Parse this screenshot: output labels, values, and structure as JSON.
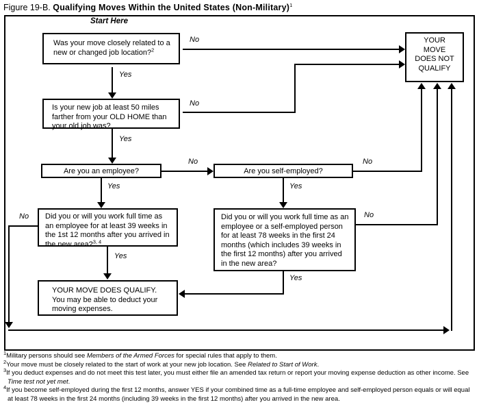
{
  "title": {
    "prefix": "Figure 19-B.",
    "main": "Qualifying Moves Within the United States (Non-Military)",
    "sup": "1"
  },
  "labels": {
    "start_here": "Start Here",
    "yes": "Yes",
    "no": "No"
  },
  "nodes": {
    "q1": {
      "text": "Was your move closely related to a new or changed job location?",
      "sup": "2"
    },
    "not_qualify": {
      "text": "YOUR MOVE DOES NOT QUALIFY"
    },
    "q2": {
      "text": "Is your new job at least 50 miles farther from your OLD HOME than your old job was?"
    },
    "q3": {
      "text": "Are you an employee?"
    },
    "q4": {
      "text": "Are you self-employed?"
    },
    "q5": {
      "text": "Did you or will you work full time as an employee for at least 39 weeks in the 1st 12 months after you arrived in the new area?",
      "sup": "3, 4"
    },
    "q6": {
      "text": "Did you or will you work full time as an employee or a self-employed person for at least 78 weeks in the first 24 months (which includes 39 weeks in the first 12 months) after you arrived in the new area?"
    },
    "qualify": {
      "line1": "YOUR MOVE DOES QUALIFY.",
      "line2": "You may be able to deduct your moving expenses."
    }
  },
  "footnotes": [
    {
      "sup": "1",
      "parts": {
        "a": "Military persons should see ",
        "it": "Members of the Armed Forces",
        "b": " for special rules that apply to them."
      }
    },
    {
      "sup": "2",
      "parts": {
        "a": "Your move must be closely related to the start of work at your new job location. See ",
        "it": "Related to Start of Work",
        "b": "."
      }
    },
    {
      "sup": "3",
      "parts": {
        "a": "If you deduct expenses and do not meet this test later, you must either file an amended tax return or report your moving expense deduction as other income. See ",
        "it": "Time test not yet met",
        "b": "."
      }
    },
    {
      "sup": "4",
      "parts": {
        "a": "If you become self-employed during the first 12 months, answer YES if your combined time as a full-time employee and self-employed person equals or will equal at least 78 weeks in the first 24 months (including 39 weeks in the first 12 months) after you arrived in the new area.",
        "it": "",
        "b": ""
      }
    }
  ],
  "colors": {
    "ink": "#000000",
    "paper": "#ffffff"
  }
}
